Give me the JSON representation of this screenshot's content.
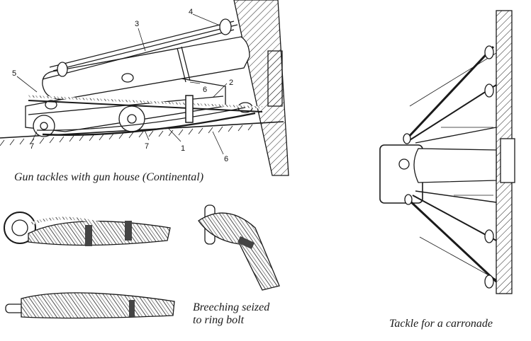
{
  "captions": {
    "gun_tackles": "Gun tackles with gun house (Continental)",
    "breeching_line1": "Breeching seized",
    "breeching_line2": "to ring bolt",
    "carronade": "Tackle for a carronade"
  },
  "callouts": [
    "1",
    "2",
    "3",
    "4",
    "5",
    "6",
    "7"
  ],
  "colors": {
    "ink": "#1a1a1a",
    "paper": "#ffffff"
  }
}
